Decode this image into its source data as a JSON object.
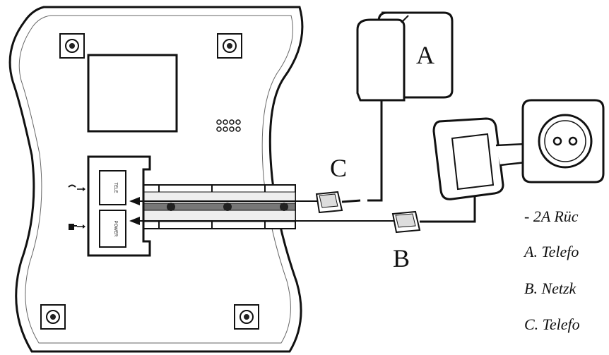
{
  "labels": {
    "a": "A",
    "b": "B",
    "c": "C"
  },
  "ports": {
    "tele": "TELE",
    "power": "POWER"
  },
  "legend": [
    "- 2A Rüc",
    "A. Telefo",
    "B. Netzk",
    "C. Telefo"
  ],
  "icons": {
    "phone_line": "phone-icon",
    "power": "power-plug-icon"
  }
}
